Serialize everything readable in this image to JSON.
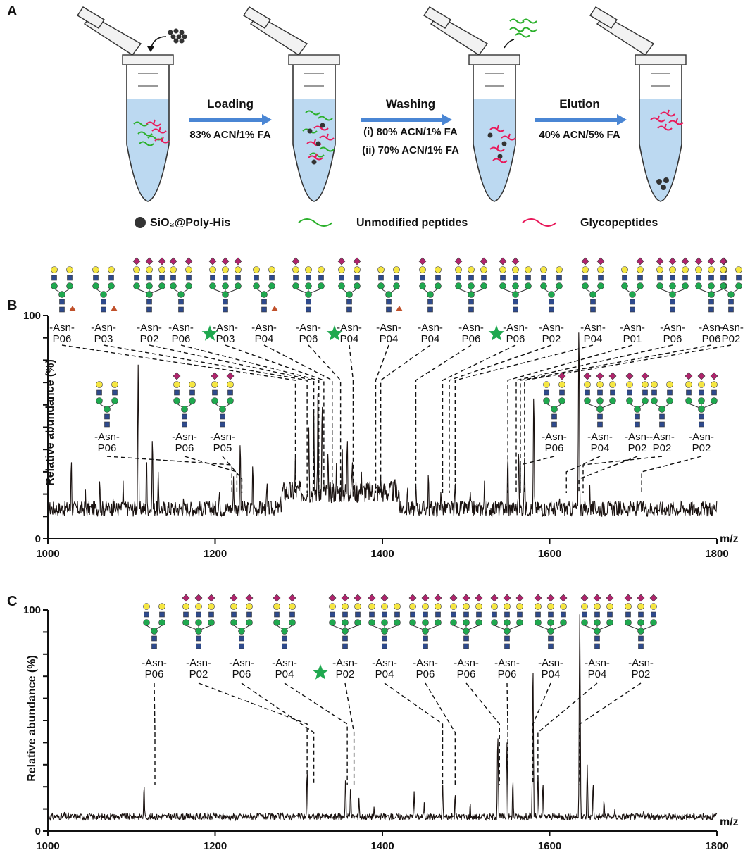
{
  "panels": {
    "a": "A",
    "b": "B",
    "c": "C"
  },
  "workflow": {
    "steps": [
      {
        "label": "Loading",
        "solvents": [
          "83% ACN/1% FA"
        ]
      },
      {
        "label": "Washing",
        "solvents": [
          "(i) 80% ACN/1% FA",
          "(ii) 70% ACN/1% FA"
        ]
      },
      {
        "label": "Elution",
        "solvents": [
          "40% ACN/5% FA"
        ]
      }
    ],
    "legend": [
      "SiO₂@Poly-His",
      "Unmodified peptides",
      "Glycopeptides"
    ]
  },
  "colors": {
    "hexnac_square": "#2e4a8c",
    "mannose_circle": "#1fa84f",
    "galactose_circle": "#f5e642",
    "sialic_diamond": "#b0246d",
    "fucose_triangle": "#c0502a",
    "star": "#1fa84f",
    "arrow": "#4a86d4",
    "liquid": "#bcd9f1",
    "unmodified": "#2bb02b",
    "glyco": "#e8195a"
  },
  "chart_data": [
    {
      "type": "line",
      "panel": "B",
      "xlabel": "m/z",
      "ylabel": "Relative abundance (%)",
      "xlim": [
        1000,
        1800
      ],
      "ylim": [
        0,
        100
      ],
      "x_ticks": [
        1000,
        1200,
        1400,
        1600,
        1800
      ],
      "y_ticks": [
        0,
        100
      ],
      "peaks": [
        {
          "x": 1028,
          "y": 36
        },
        {
          "x": 1045,
          "y": 22
        },
        {
          "x": 1062,
          "y": 27
        },
        {
          "x": 1078,
          "y": 18
        },
        {
          "x": 1090,
          "y": 26
        },
        {
          "x": 1108,
          "y": 78
        },
        {
          "x": 1118,
          "y": 36
        },
        {
          "x": 1125,
          "y": 46
        },
        {
          "x": 1132,
          "y": 30
        },
        {
          "x": 1162,
          "y": 18
        },
        {
          "x": 1205,
          "y": 22
        },
        {
          "x": 1222,
          "y": 28
        },
        {
          "x": 1230,
          "y": 44
        },
        {
          "x": 1245,
          "y": 34
        },
        {
          "x": 1262,
          "y": 26
        },
        {
          "x": 1278,
          "y": 20
        },
        {
          "x": 1296,
          "y": 38
        },
        {
          "x": 1312,
          "y": 50
        },
        {
          "x": 1318,
          "y": 58
        },
        {
          "x": 1323,
          "y": 68
        },
        {
          "x": 1328,
          "y": 62
        },
        {
          "x": 1335,
          "y": 40
        },
        {
          "x": 1345,
          "y": 34
        },
        {
          "x": 1352,
          "y": 42
        },
        {
          "x": 1358,
          "y": 46
        },
        {
          "x": 1364,
          "y": 36
        },
        {
          "x": 1375,
          "y": 30
        },
        {
          "x": 1385,
          "y": 24
        },
        {
          "x": 1398,
          "y": 30
        },
        {
          "x": 1415,
          "y": 28
        },
        {
          "x": 1430,
          "y": 24
        },
        {
          "x": 1440,
          "y": 26
        },
        {
          "x": 1455,
          "y": 30
        },
        {
          "x": 1470,
          "y": 22
        },
        {
          "x": 1487,
          "y": 26
        },
        {
          "x": 1505,
          "y": 22
        },
        {
          "x": 1522,
          "y": 26
        },
        {
          "x": 1550,
          "y": 38
        },
        {
          "x": 1563,
          "y": 40
        },
        {
          "x": 1570,
          "y": 36
        },
        {
          "x": 1581,
          "y": 66
        },
        {
          "x": 1612,
          "y": 18
        },
        {
          "x": 1635,
          "y": 97
        },
        {
          "x": 1648,
          "y": 24
        },
        {
          "x": 1665,
          "y": 17
        },
        {
          "x": 1708,
          "y": 16
        },
        {
          "x": 1740,
          "y": 12
        },
        {
          "x": 1775,
          "y": 10
        },
        {
          "x": 1795,
          "y": 8
        }
      ],
      "glycopeptides_top": [
        "-Asn-P06",
        "-Asn-P03",
        "-Asn-P02",
        "-Asn-P06",
        "-Asn-P03",
        "-Asn-P04",
        "-Asn-P06",
        "-Asn-P04",
        "-Asn-P04",
        "-Asn-P04",
        "-Asn-P06",
        "-Asn-P06",
        "-Asn-P02",
        "-Asn-P04",
        "-Asn-P01",
        "-Asn-P06",
        "-Asn-P06",
        "-Asn-P02"
      ],
      "glycopeptides_lower": [
        "-Asn-P06",
        "-Asn-P06",
        "-Asn-P05",
        "-Asn-P06",
        "-Asn-P04",
        "-Asn-P02",
        "-Asn-P02",
        "-Asn-P02"
      ],
      "glycopeptide_mz": [
        1296,
        1310,
        1318,
        1324,
        1330,
        1340,
        1350,
        1365,
        1392,
        1398,
        1440,
        1472,
        1480,
        1487,
        1550,
        1560,
        1565,
        1570,
        1220,
        1226,
        1232,
        1565,
        1620,
        1635,
        1640,
        1710
      ]
    },
    {
      "type": "line",
      "panel": "C",
      "xlabel": "m/z",
      "ylabel": "Relative abundance (%)",
      "xlim": [
        1000,
        1800
      ],
      "ylim": [
        0,
        100
      ],
      "x_ticks": [
        1000,
        1200,
        1400,
        1600,
        1800
      ],
      "y_ticks": [
        0,
        100
      ],
      "peaks": [
        {
          "x": 1020,
          "y": 9
        },
        {
          "x": 1075,
          "y": 8
        },
        {
          "x": 1115,
          "y": 21
        },
        {
          "x": 1155,
          "y": 7
        },
        {
          "x": 1200,
          "y": 7
        },
        {
          "x": 1240,
          "y": 6
        },
        {
          "x": 1310,
          "y": 27
        },
        {
          "x": 1356,
          "y": 24
        },
        {
          "x": 1362,
          "y": 20
        },
        {
          "x": 1372,
          "y": 15
        },
        {
          "x": 1390,
          "y": 11
        },
        {
          "x": 1438,
          "y": 18
        },
        {
          "x": 1450,
          "y": 13
        },
        {
          "x": 1472,
          "y": 22
        },
        {
          "x": 1487,
          "y": 17
        },
        {
          "x": 1505,
          "y": 13
        },
        {
          "x": 1538,
          "y": 44
        },
        {
          "x": 1549,
          "y": 40
        },
        {
          "x": 1556,
          "y": 23
        },
        {
          "x": 1580,
          "y": 75
        },
        {
          "x": 1586,
          "y": 26
        },
        {
          "x": 1592,
          "y": 22
        },
        {
          "x": 1636,
          "y": 98
        },
        {
          "x": 1645,
          "y": 30
        },
        {
          "x": 1652,
          "y": 22
        },
        {
          "x": 1665,
          "y": 14
        },
        {
          "x": 1678,
          "y": 10
        },
        {
          "x": 1712,
          "y": 9
        },
        {
          "x": 1760,
          "y": 7
        }
      ],
      "glycopeptides": [
        "-Asn-P06",
        "-Asn-P02",
        "-Asn-P06",
        "-Asn-P04",
        "-Asn-P02",
        "-Asn-P04",
        "-Asn-P06",
        "-Asn-P06",
        "-Asn-P06",
        "-Asn-P04",
        "-Asn-P04",
        "-Asn-P02"
      ],
      "glycopeptide_mz": [
        1128,
        1310,
        1318,
        1358,
        1366,
        1472,
        1487,
        1540,
        1550,
        1580,
        1586,
        1636
      ]
    }
  ],
  "icons": [
    "tube-icon",
    "glycan-icon",
    "star-icon",
    "arrow-icon"
  ]
}
